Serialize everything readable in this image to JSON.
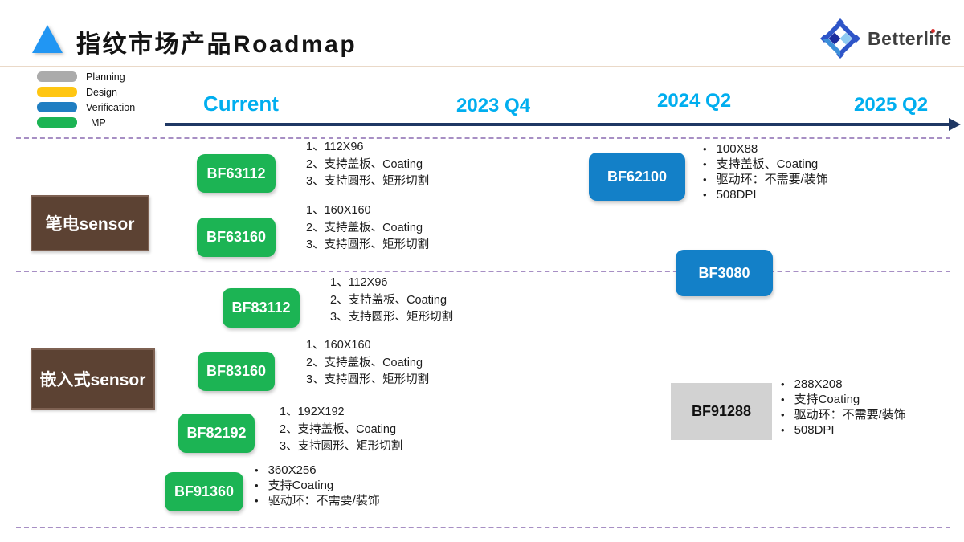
{
  "slide": {
    "title": "指纹市场产品Roadmap",
    "brand": "Betterlife"
  },
  "legend": [
    {
      "label": "Planning",
      "color": "#ABABAB"
    },
    {
      "label": "Design",
      "color": "#FFC612"
    },
    {
      "label": "Verification",
      "color": "#1F7EC2"
    },
    {
      "label": "MP",
      "color": "#1CB454"
    }
  ],
  "timeline": {
    "labels": [
      "Current",
      "2023 Q4",
      "2024 Q2",
      "2025 Q2"
    ],
    "arrow_color": "#1F3864",
    "label_color": "#00AEEF"
  },
  "categories": [
    {
      "label": "笔电sensor"
    },
    {
      "label": "嵌入式sensor"
    }
  ],
  "products": {
    "bf63112": {
      "name": "BF63112",
      "status": "MP",
      "specs": [
        "1、112X96",
        "2、支持盖板、Coating",
        "3、支持圆形、矩形切割"
      ]
    },
    "bf63160": {
      "name": "BF63160",
      "status": "MP",
      "specs": [
        "1、160X160",
        "2、支持盖板、Coating",
        "3、支持圆形、矩形切割"
      ]
    },
    "bf62100": {
      "name": "BF62100",
      "status": "Verification",
      "specs": [
        "100X88",
        "支持盖板、Coating",
        "驱动环：不需要/装饰",
        "508DPI"
      ]
    },
    "bf3080": {
      "name": "BF3080",
      "status": "Verification",
      "specs": []
    },
    "bf83112": {
      "name": "BF83112",
      "status": "MP",
      "specs": [
        "1、112X96",
        "2、支持盖板、Coating",
        "3、支持圆形、矩形切割"
      ]
    },
    "bf83160": {
      "name": "BF83160",
      "status": "MP",
      "specs": [
        "1、160X160",
        "2、支持盖板、Coating",
        "3、支持圆形、矩形切割"
      ]
    },
    "bf82192": {
      "name": "BF82192",
      "status": "MP",
      "specs": [
        "1、192X192",
        "2、支持盖板、Coating",
        "3、支持圆形、矩形切割"
      ]
    },
    "bf91360": {
      "name": "BF91360",
      "status": "MP",
      "specs": [
        "360X256",
        "支持Coating",
        "驱动环：不需要/装饰"
      ]
    },
    "bf91288": {
      "name": "BF91288",
      "status": "Planning",
      "specs": [
        "288X208",
        "支持Coating",
        "驱动环：不需要/装饰",
        "508DPI"
      ]
    }
  },
  "colors": {
    "mp_green": "#1CB454",
    "verification_blue": "#1380C8",
    "planning_gray": "#D2D2D2",
    "category_brown": "#5C4233",
    "dashed_purple": "#A78FC4",
    "header_rule_tan": "#EAD9C8",
    "title_triangle_blue": "#2196F3"
  }
}
